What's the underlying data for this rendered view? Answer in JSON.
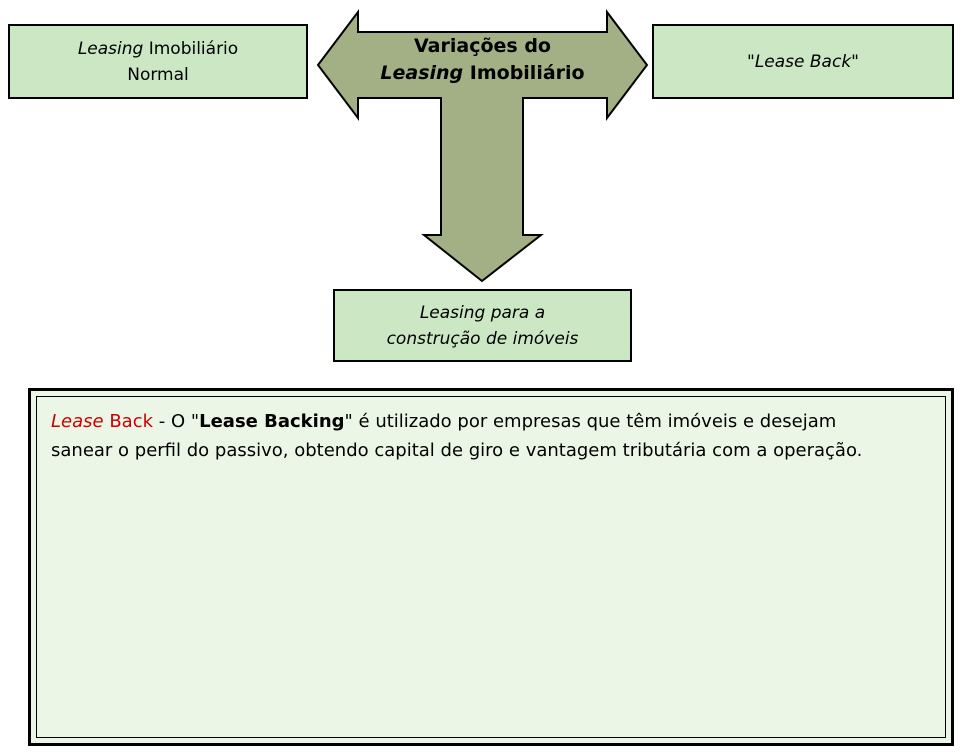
{
  "colors": {
    "box_fill": "#cbe7c3",
    "box_border": "#000000",
    "arrow_fill": "#a3b085",
    "arrow_border": "#000000",
    "panel_fill": "#ecf6e6",
    "red_accent": "#cc0000"
  },
  "title": {
    "line1": "Variações do",
    "line2_italic": "Leasing",
    "line2_rest": " Imobiliário"
  },
  "boxes": {
    "left": {
      "line1_italic": "Leasing",
      "line1_rest": " Imobiliário",
      "line2": "Normal"
    },
    "right": {
      "label": "\"Lease Back\""
    },
    "bottom": {
      "line1": "Leasing para a",
      "line2": "construção de imóveis"
    }
  },
  "panel": {
    "red_italic": "Lease ",
    "red_plain": "Back ",
    "plain_1": " - O \"",
    "bold": "Lease Backing",
    "plain_2": "\" é utilizado por empresas que têm imóveis e desejam sanear o perfil do passivo, obtendo capital de giro e vantagem tributária com a operação."
  }
}
